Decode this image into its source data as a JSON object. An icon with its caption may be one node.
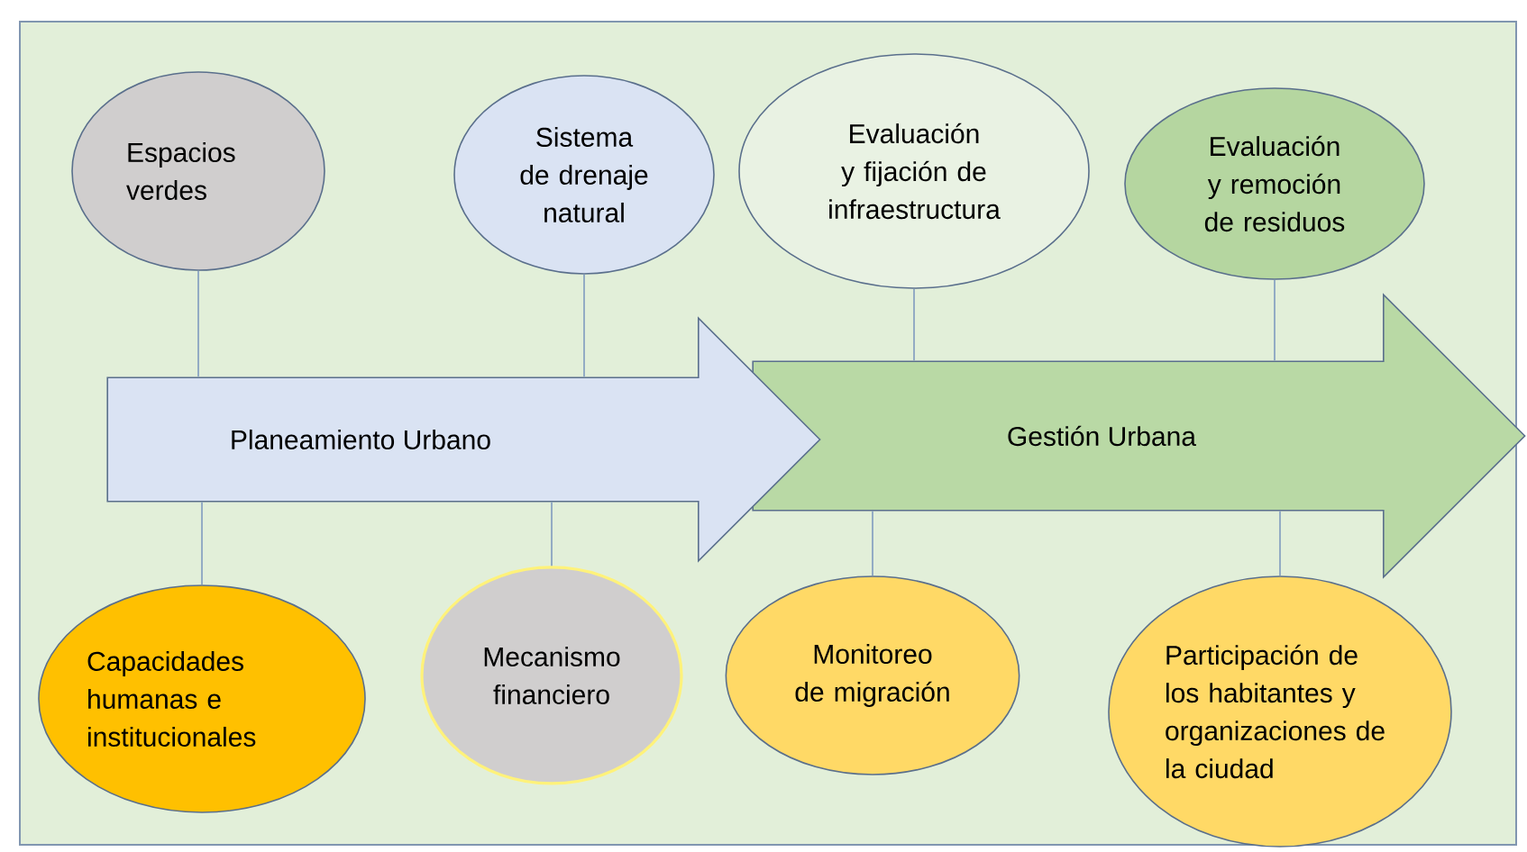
{
  "diagram": {
    "nodes": [
      {
        "text": [
          "Espacios verdes"
        ]
      },
      {
        "text": [
          "Sistema de drenaje natural"
        ]
      },
      {
        "text": [
          "Evaluación y fijación de infraestructura"
        ]
      },
      {
        "text": [
          "Evaluación y remoción de residuos"
        ]
      },
      {
        "text": [
          "Planeamiento Urbano"
        ]
      },
      {
        "text": [
          "Gestión Urbana"
        ]
      },
      {
        "text": [
          "Capacidades humanas e institucionales"
        ]
      },
      {
        "text": [
          "Mecanismo financiero"
        ]
      },
      {
        "text": [
          "Monitoreo de migración"
        ]
      },
      {
        "text": [
          "Participación de los habitantes y organizaciones de la ciudad"
        ]
      }
    ],
    "edges": [
      {
        "from": 0,
        "to": 4,
        "arrow": "none"
      },
      {
        "from": 1,
        "to": 4,
        "arrow": "none"
      },
      {
        "from": 2,
        "to": 5,
        "arrow": "none"
      },
      {
        "from": 3,
        "to": 5,
        "arrow": "none"
      },
      {
        "from": 6,
        "to": 4,
        "arrow": "none"
      },
      {
        "from": 7,
        "to": 4,
        "arrow": "none"
      },
      {
        "from": 8,
        "to": 5,
        "arrow": "none"
      },
      {
        "from": 9,
        "to": 5,
        "arrow": "none"
      }
    ]
  }
}
